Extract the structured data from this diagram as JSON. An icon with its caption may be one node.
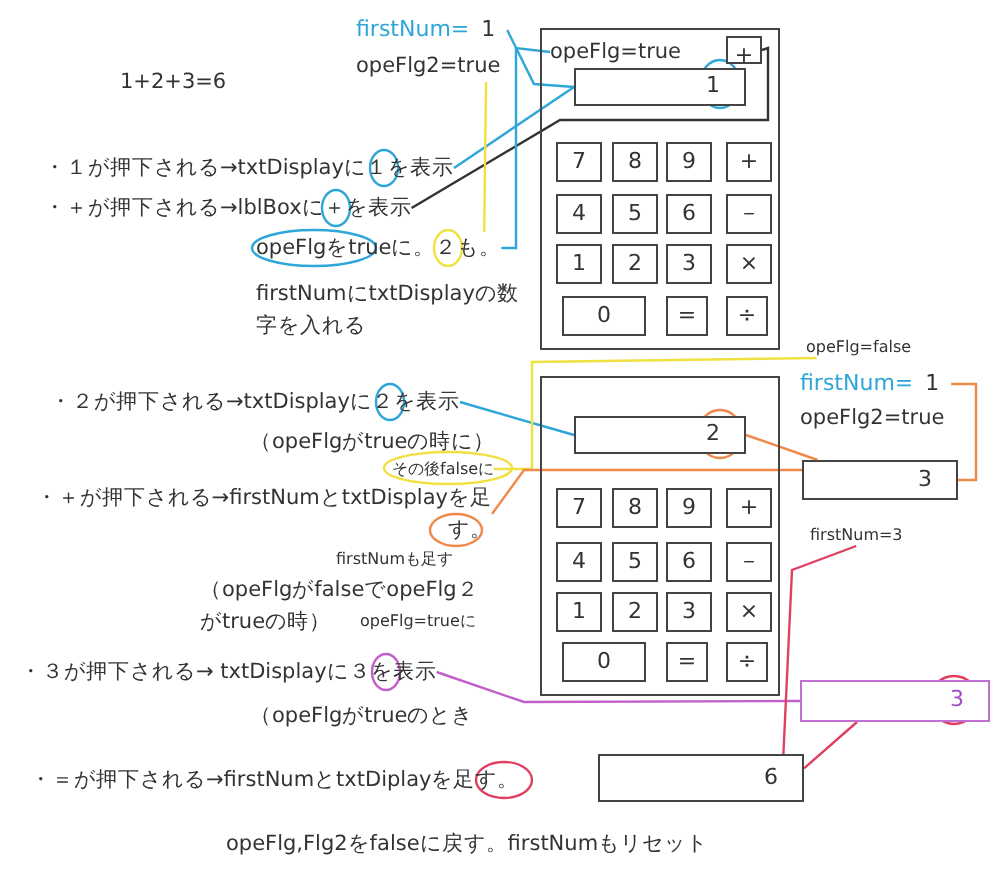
{
  "diagram": {
    "nodes": [
      {
        "text": [
          "firstNum=",
          "1"
        ]
      },
      {
        "text": [
          "opeFlg2=true"
        ]
      },
      {
        "text": [],
        "shape": "box"
      },
      {
        "text": [
          "opeFlg=true"
        ],
        "in": 2
      },
      {
        "text": [
          "+"
        ],
        "in": 2
      },
      {
        "text": [
          "1"
        ],
        "in": 2
      },
      {
        "text": [
          "7"
        ],
        "in": 2
      },
      {
        "text": [
          "8"
        ],
        "in": 2
      },
      {
        "text": [
          "9"
        ],
        "in": 2
      },
      {
        "text": [
          "+"
        ],
        "in": 2
      },
      {
        "text": [
          "4"
        ],
        "in": 2
      },
      {
        "text": [
          "5"
        ],
        "in": 2
      },
      {
        "text": [
          "6"
        ],
        "in": 2
      },
      {
        "text": [
          "－"
        ],
        "in": 2
      },
      {
        "text": [
          "1"
        ],
        "in": 2
      },
      {
        "text": [
          "2"
        ],
        "in": 2
      },
      {
        "text": [
          "3"
        ],
        "in": 2
      },
      {
        "text": [
          "×"
        ],
        "in": 2
      },
      {
        "text": [
          "0"
        ],
        "in": 2
      },
      {
        "text": [
          "="
        ],
        "in": 2
      },
      {
        "text": [
          "÷"
        ],
        "in": 2
      },
      {
        "text": [
          "・１が押下される→txtDisplayに１を表示"
        ]
      },
      {
        "text": [
          "・＋が押下される→lblBoxに＋を表示"
        ]
      },
      {
        "text": [
          "opeFlgをtrueに。２も。"
        ]
      },
      {
        "text": [
          "firstNumにtxtDisplayの数字を入れる"
        ]
      },
      {
        "text": [],
        "shape": "box"
      },
      {
        "text": [
          "2"
        ],
        "in": 25
      },
      {
        "text": [
          "7"
        ],
        "in": 25
      },
      {
        "text": [
          "8"
        ],
        "in": 25
      },
      {
        "text": [
          "9"
        ],
        "in": 25
      },
      {
        "text": [
          "+"
        ],
        "in": 25
      },
      {
        "text": [
          "4"
        ],
        "in": 25
      },
      {
        "text": [
          "5"
        ],
        "in": 25
      },
      {
        "text": [
          "6"
        ],
        "in": 25
      },
      {
        "text": [
          "－"
        ],
        "in": 25
      },
      {
        "text": [
          "1"
        ],
        "in": 25
      },
      {
        "text": [
          "2"
        ],
        "in": 25
      },
      {
        "text": [
          "3"
        ],
        "in": 25
      },
      {
        "text": [
          "×"
        ],
        "in": 25
      },
      {
        "text": [
          "0"
        ],
        "in": 25
      },
      {
        "text": [
          "="
        ],
        "in": 25
      },
      {
        "text": [
          "÷"
        ],
        "in": 25
      },
      {
        "text": [
          "opeFlg=false"
        ]
      },
      {
        "text": [
          "firstNum=",
          "1"
        ]
      },
      {
        "text": [
          "opeFlg2=true"
        ]
      },
      {
        "text": [
          "3"
        ]
      },
      {
        "text": [
          "firstNum=3"
        ]
      },
      {
        "text": [
          "・２が押下される→txtDisplayに２を表示"
        ]
      },
      {
        "text": [
          "（opeFlgがtrueの時に）"
        ]
      },
      {
        "text": [
          "その後falseに"
        ]
      },
      {
        "text": [
          "・＋が押下される→firstNumとtxtDisplayを足す。"
        ]
      },
      {
        "text": [
          "（opeFlgがfalseでopeFlg２がtrueの時）"
        ]
      },
      {
        "text": [
          "・３が押下される→ txtDisplayに３を表示"
        ]
      },
      {
        "text": [
          "（opeFlgがtrueのとき"
        ]
      },
      {
        "text": [
          "3"
        ]
      },
      {
        "text": [
          "・＝が押下される→firstNumとtxtDiplayを足す。"
        ]
      },
      {
        "text": [
          "6"
        ]
      }
    ],
    "edges": [
      {
        "from": 21,
        "to": 5,
        "arrow": "none",
        "color": "#2ea6d8"
      },
      {
        "from": 0,
        "to": 5,
        "arrow": "none",
        "color": "#2ea6d8"
      },
      {
        "from": 22,
        "to": 4,
        "arrow": "none",
        "color": "#333333"
      },
      {
        "from": 23,
        "to": 3,
        "arrow": "none",
        "color": "#2ea6d8"
      },
      {
        "from": 23,
        "to": 1,
        "arrow": "none",
        "color": "#f0e040"
      },
      {
        "from": 47,
        "to": 26,
        "arrow": "none",
        "color": "#2ea6d8"
      },
      {
        "from": 49,
        "to": 42,
        "arrow": "none",
        "color": "#f0e040"
      },
      {
        "from": 50,
        "to": 45,
        "arrow": "none",
        "label": "firstNumも足す",
        "color": "#f08848"
      },
      {
        "from": 26,
        "to": 45,
        "arrow": "none",
        "color": "#f08848"
      },
      {
        "from": 43,
        "to": 45,
        "arrow": "none",
        "color": "#f08848"
      },
      {
        "from": 52,
        "to": 54,
        "arrow": "none",
        "color": "#c060c8"
      },
      {
        "from": 46,
        "to": 56,
        "arrow": "none",
        "color": "#e04060"
      },
      {
        "from": 54,
        "to": 56,
        "arrow": "none",
        "color": "#e04060"
      }
    ],
    "labels": [
      "1+2+3=6",
      "opeFlg=trueに",
      "opeFlg,Flg2をfalseに戻す。firstNumもリセット"
    ]
  }
}
